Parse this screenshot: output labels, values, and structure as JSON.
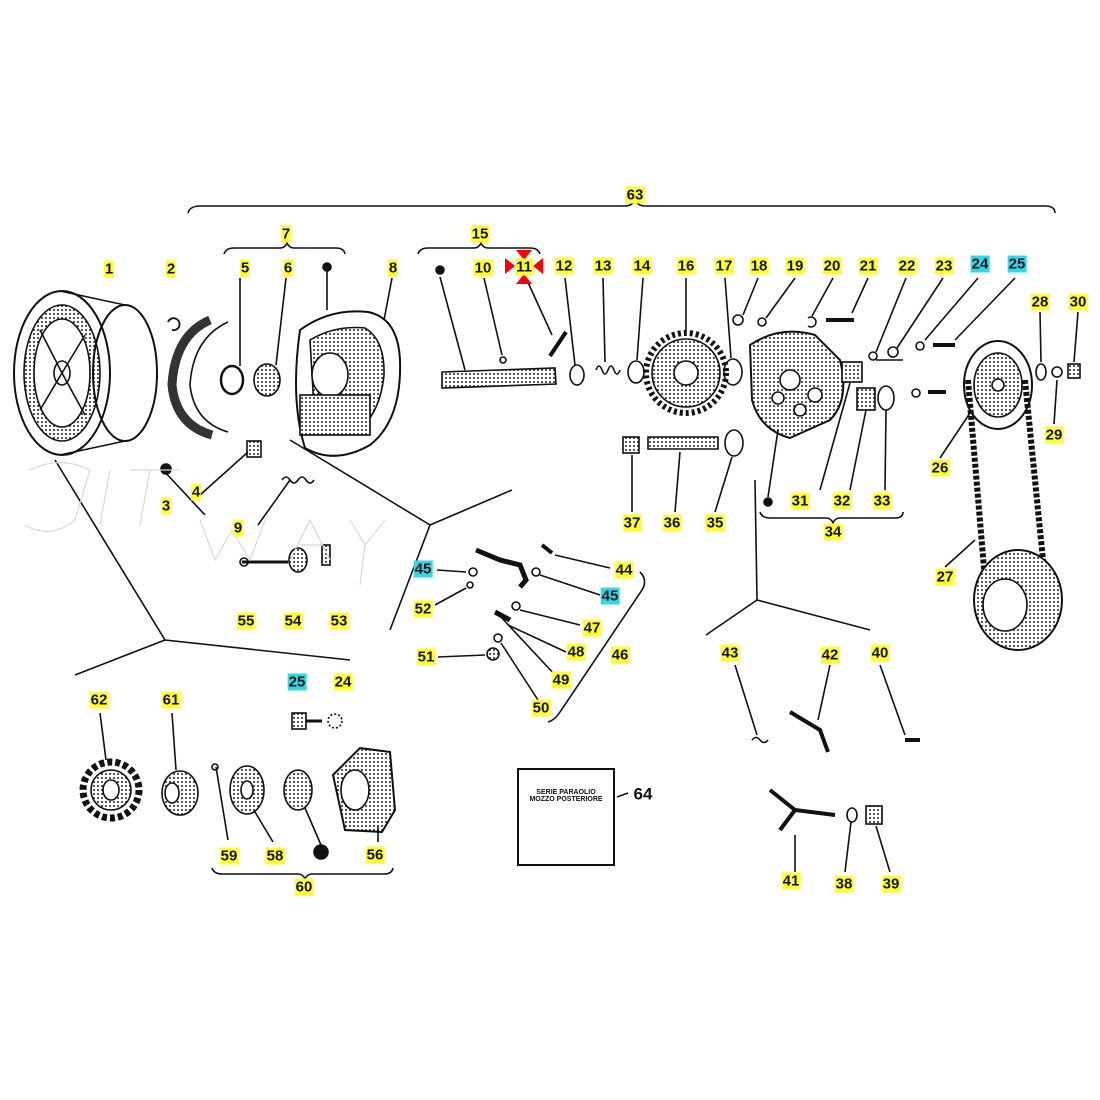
{
  "labels": [
    {
      "id": "1",
      "hl": "y"
    },
    {
      "id": "2",
      "hl": "y"
    },
    {
      "id": "3",
      "hl": "y"
    },
    {
      "id": "4",
      "hl": "y"
    },
    {
      "id": "5",
      "hl": "y"
    },
    {
      "id": "6",
      "hl": "y"
    },
    {
      "id": "7",
      "hl": "y"
    },
    {
      "id": "8",
      "hl": "y"
    },
    {
      "id": "9",
      "hl": "y"
    },
    {
      "id": "10",
      "hl": "y"
    },
    {
      "id": "11",
      "hl": "y"
    },
    {
      "id": "12",
      "hl": "y"
    },
    {
      "id": "13",
      "hl": "y"
    },
    {
      "id": "14",
      "hl": "y"
    },
    {
      "id": "15",
      "hl": "y"
    },
    {
      "id": "16",
      "hl": "y"
    },
    {
      "id": "17",
      "hl": "y"
    },
    {
      "id": "18",
      "hl": "y"
    },
    {
      "id": "19",
      "hl": "y"
    },
    {
      "id": "20",
      "hl": "y"
    },
    {
      "id": "21",
      "hl": "y"
    },
    {
      "id": "22",
      "hl": "y"
    },
    {
      "id": "23",
      "hl": "y"
    },
    {
      "id": "24",
      "hl": "c"
    },
    {
      "id": "25",
      "hl": "c"
    },
    {
      "id": "26",
      "hl": "y"
    },
    {
      "id": "27",
      "hl": "y"
    },
    {
      "id": "28",
      "hl": "y"
    },
    {
      "id": "29",
      "hl": "y"
    },
    {
      "id": "30",
      "hl": "y"
    },
    {
      "id": "31",
      "hl": "y"
    },
    {
      "id": "32",
      "hl": "y"
    },
    {
      "id": "33",
      "hl": "y"
    },
    {
      "id": "34",
      "hl": "y"
    },
    {
      "id": "35",
      "hl": "y"
    },
    {
      "id": "36",
      "hl": "y"
    },
    {
      "id": "37",
      "hl": "y"
    },
    {
      "id": "38",
      "hl": "y"
    },
    {
      "id": "39",
      "hl": "y"
    },
    {
      "id": "40",
      "hl": "y"
    },
    {
      "id": "41",
      "hl": "y"
    },
    {
      "id": "42",
      "hl": "y"
    },
    {
      "id": "43",
      "hl": "y"
    },
    {
      "id": "44",
      "hl": "y"
    },
    {
      "id": "45",
      "hl": "c"
    },
    {
      "id": "45",
      "hl": "c"
    },
    {
      "id": "46",
      "hl": "y"
    },
    {
      "id": "47",
      "hl": "y"
    },
    {
      "id": "48",
      "hl": "y"
    },
    {
      "id": "49",
      "hl": "y"
    },
    {
      "id": "50",
      "hl": "y"
    },
    {
      "id": "51",
      "hl": "y"
    },
    {
      "id": "52",
      "hl": "y"
    },
    {
      "id": "53",
      "hl": "y"
    },
    {
      "id": "54",
      "hl": "y"
    },
    {
      "id": "55",
      "hl": "y"
    },
    {
      "id": "56",
      "hl": "y"
    },
    {
      "id": "58",
      "hl": "y"
    },
    {
      "id": "59",
      "hl": "y"
    },
    {
      "id": "60",
      "hl": "y"
    },
    {
      "id": "61",
      "hl": "y"
    },
    {
      "id": "62",
      "hl": "y"
    },
    {
      "id": "63",
      "hl": "y"
    },
    {
      "id": "64",
      "hl": "n"
    },
    {
      "id": "25",
      "hl": "c"
    },
    {
      "id": "24",
      "hl": "y"
    }
  ],
  "kit_box": {
    "line1": "SERIE PARAOLIO",
    "line2": "MOZZO POSTERIORE"
  },
  "colors": {
    "yellow": "#ffff33",
    "cyan": "#33d6e6",
    "marker": "#ff0000",
    "ink": "#111111"
  }
}
